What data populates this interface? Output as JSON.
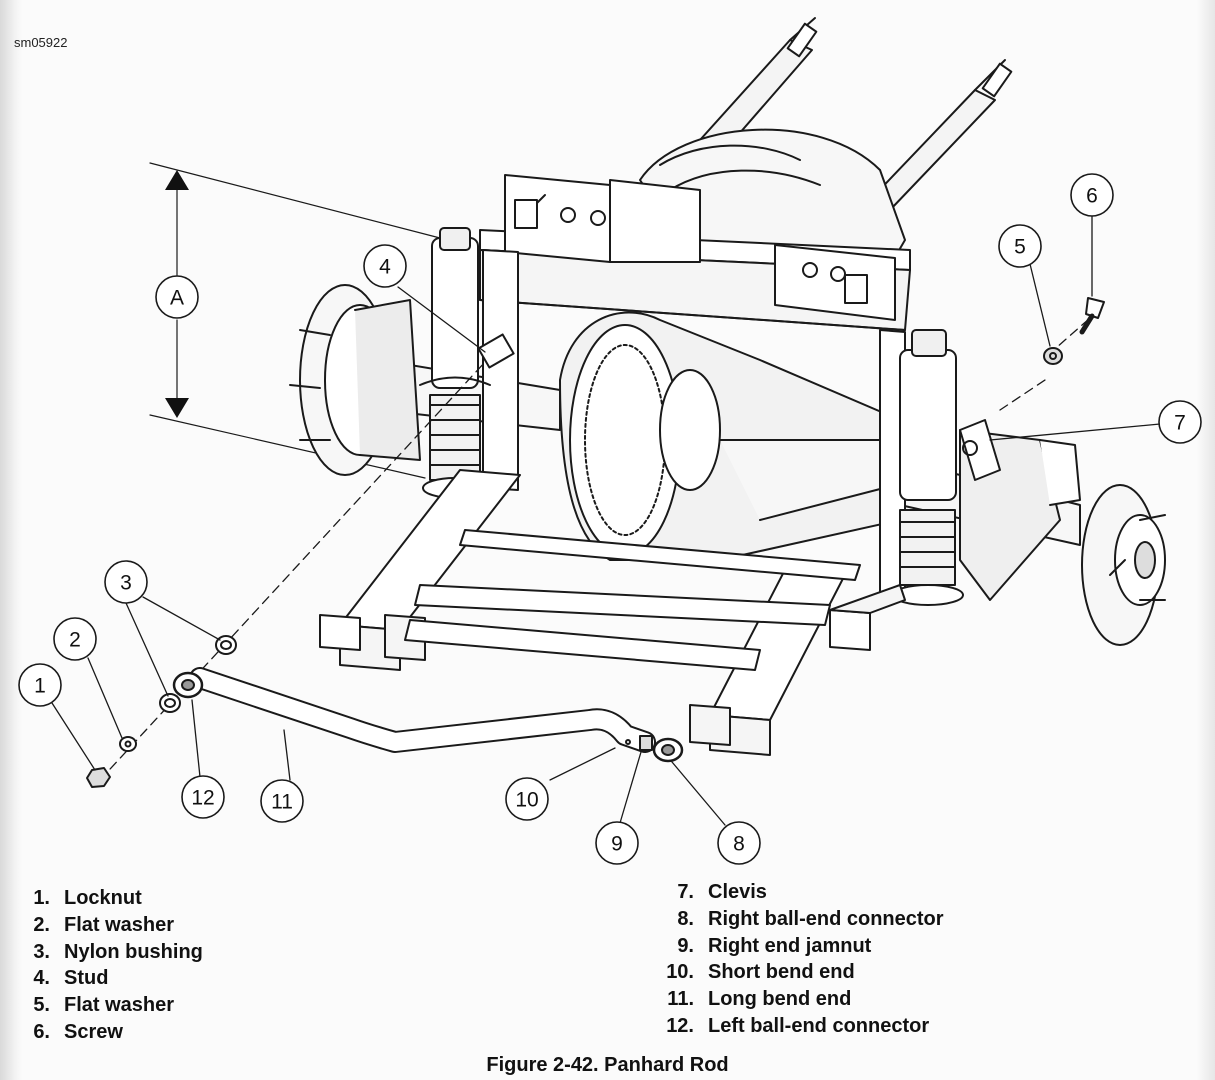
{
  "figure": {
    "doc_id": "sm05922",
    "caption": "Figure 2-42. Panhard Rod",
    "dimension_label": "A"
  },
  "callouts": [
    "1",
    "2",
    "3",
    "4",
    "5",
    "6",
    "7",
    "8",
    "9",
    "10",
    "11",
    "12"
  ],
  "legend_left": [
    {
      "num": "1.",
      "label": "Locknut"
    },
    {
      "num": "2.",
      "label": "Flat washer"
    },
    {
      "num": "3.",
      "label": "Nylon bushing"
    },
    {
      "num": "4.",
      "label": "Stud"
    },
    {
      "num": "5.",
      "label": "Flat washer"
    },
    {
      "num": "6.",
      "label": "Screw"
    }
  ],
  "legend_right": [
    {
      "num": "7.",
      "label": "Clevis"
    },
    {
      "num": "8.",
      "label": "Right ball-end connector"
    },
    {
      "num": "9.",
      "label": "Right end jamnut"
    },
    {
      "num": "10.",
      "label": "Short bend end"
    },
    {
      "num": "11.",
      "label": "Long bend end"
    },
    {
      "num": "12.",
      "label": "Left ball-end connector"
    }
  ]
}
